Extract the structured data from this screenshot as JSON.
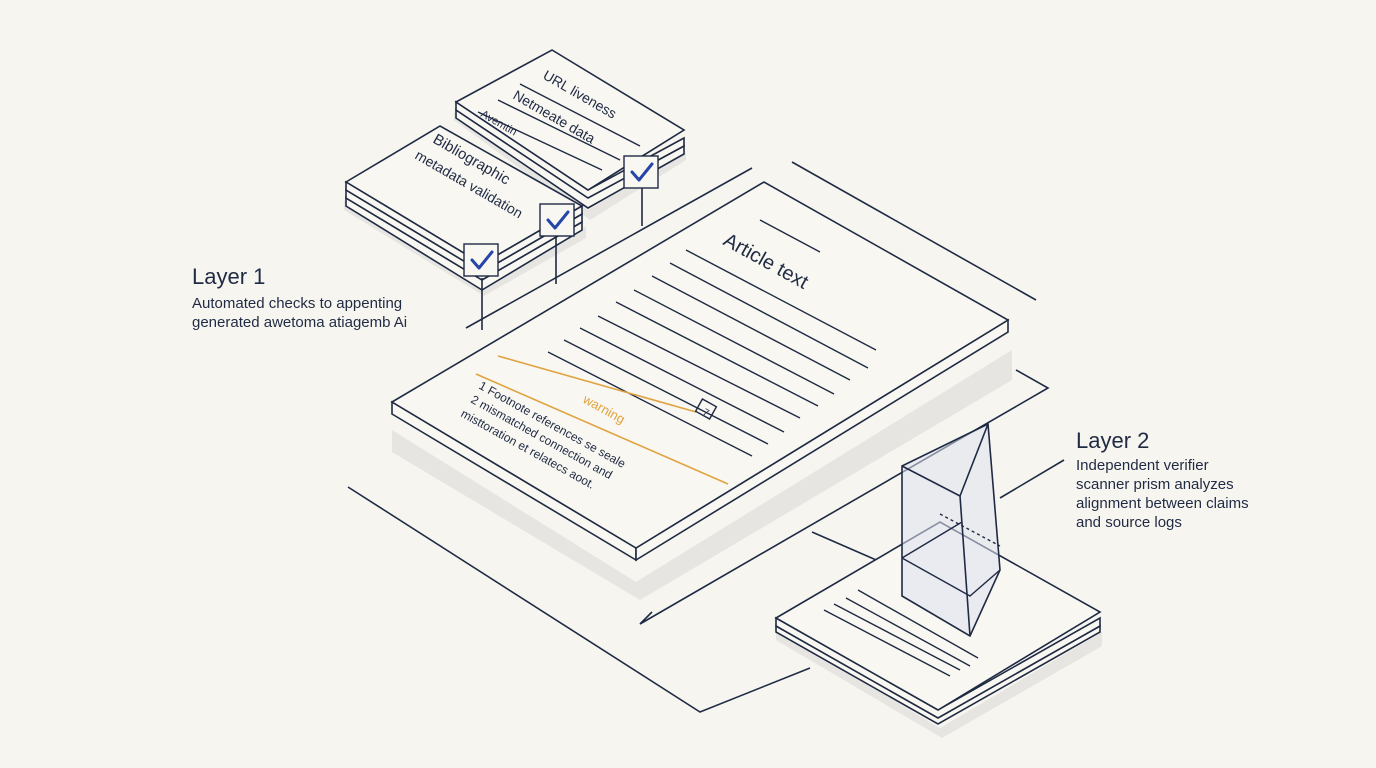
{
  "layer1": {
    "title": "Layer 1",
    "description": "Automated checks to appenting generated awetoma atiagemb Ai"
  },
  "layer2": {
    "title": "Layer 2",
    "description": "Independent verifier scanner prism analyzes alignment between claims and source logs"
  },
  "cards": {
    "back_lines": [
      "URL liveness",
      "Netmeate data",
      "Avemtin"
    ],
    "front_lines": [
      "Bibliographic",
      "metadata validation"
    ]
  },
  "article": {
    "title": "Article text",
    "warning_label": "warning",
    "footnote_mark": "7",
    "footnote_lines": [
      "1 Footnote references se seale",
      "2 mismatched connection and",
      "misttoration et relatecs aoot."
    ]
  },
  "colors": {
    "ink": "#1f2a44",
    "check": "#2545a8",
    "warning": "#e0a341",
    "background": "#f7f5ef"
  }
}
